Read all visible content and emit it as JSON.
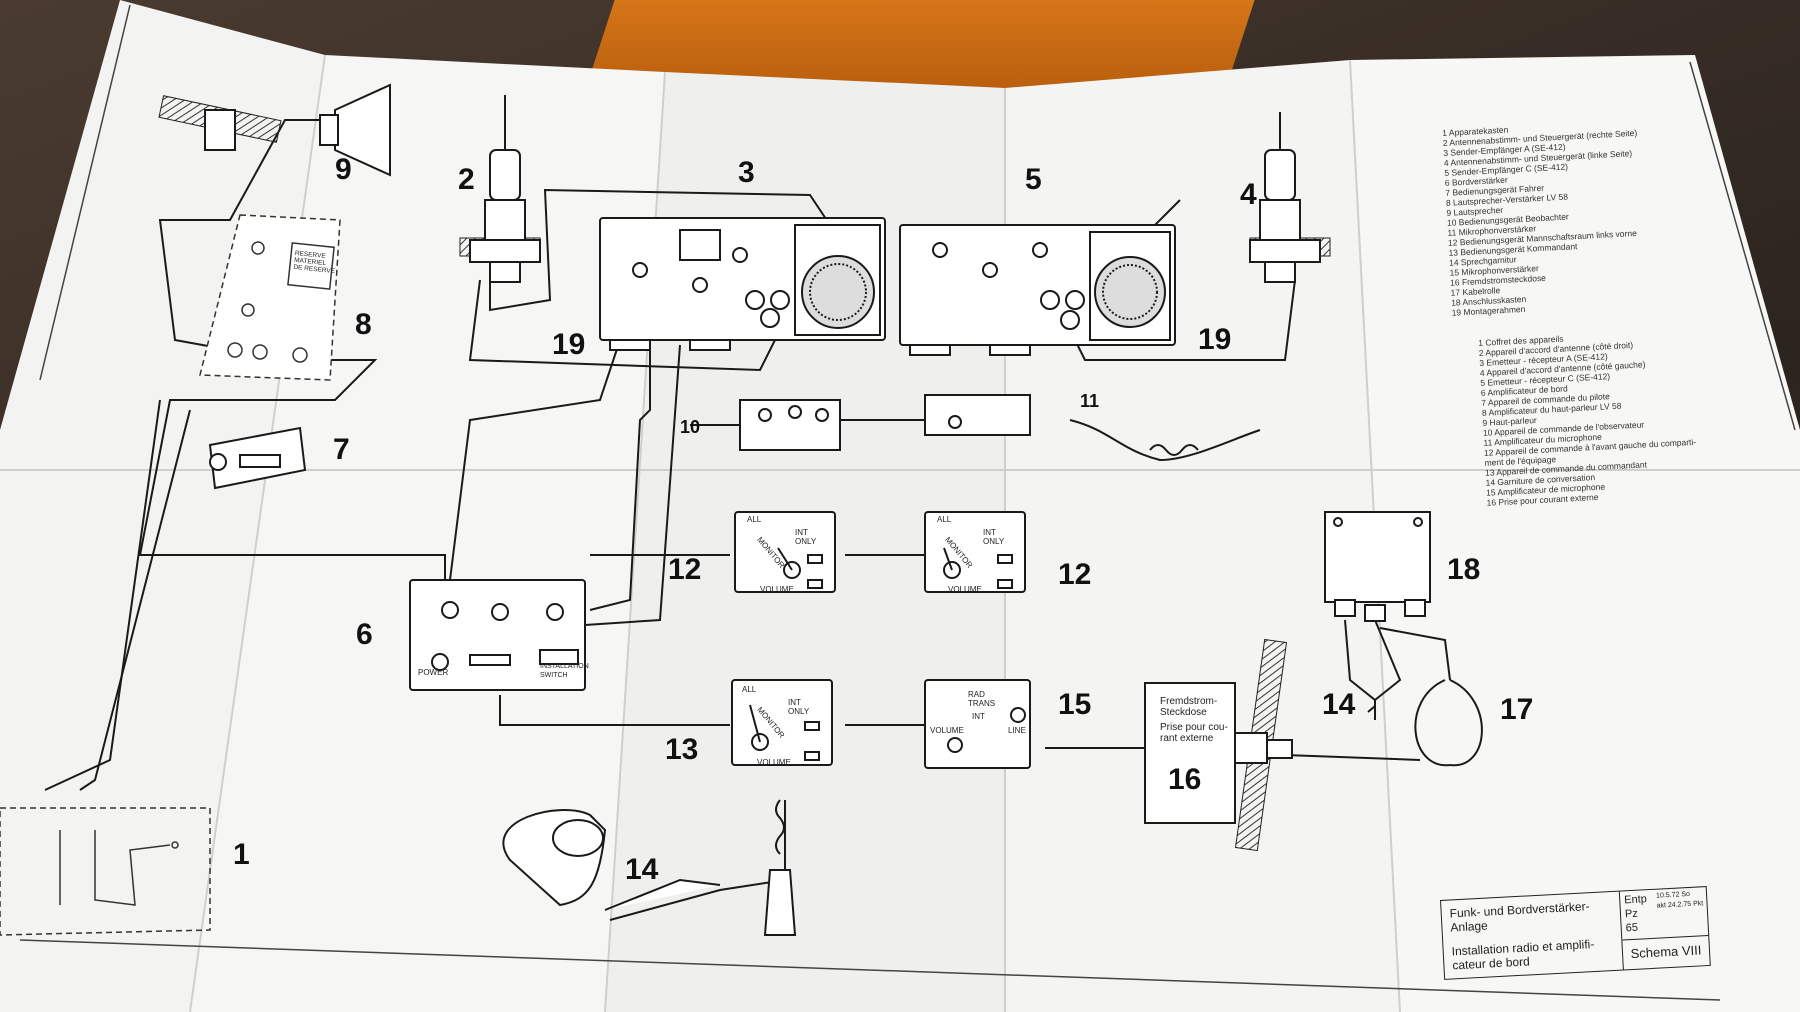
{
  "diagram": {
    "labels": {
      "n1": "1",
      "n2": "2",
      "n3": "3",
      "n4": "4",
      "n5": "5",
      "n6": "6",
      "n7": "7",
      "n8": "8",
      "n9": "9",
      "n10": "10",
      "n11": "11",
      "n12a": "12",
      "n12b": "12",
      "n13": "13",
      "n14a": "14",
      "n14b": "14",
      "n15": "15",
      "n16": "16",
      "n17": "17",
      "n18": "18",
      "n19a": "19",
      "n19b": "19"
    },
    "device_text": {
      "fremdstrom_de": "Fremdstrom-\nSteckdose",
      "fremdstrom_fr": "Prise pour cou-\nrant externe",
      "monitor": "MONITOR",
      "volume": "VOLUME",
      "all": "ALL",
      "int_only": "INT\nONLY",
      "rad_trans": "RAD\nTRANS",
      "int": "INT",
      "line": "LINE",
      "power": "POWER",
      "installation_switch": "INSTALLATION\nSWITCH",
      "reserve": "RESERVE\nMATERIEL\nDE RESERVE"
    },
    "legend_de": [
      "1  Apparatekasten",
      "2  Antennenabstimm- und Steuergerät (rechte Seite)",
      "3  Sender-Empfänger A (SE-412)",
      "4  Antennenabstimm- und Steuergerät (linke Seite)",
      "5  Sender-Empfänger C (SE-412)",
      "6  Bordverstärker",
      "7  Bedienungsgerät Fahrer",
      "8  Lautsprecher-Verstärker LV 58",
      "9  Lautsprecher",
      "10  Bedienungsgerät Beobachter",
      "11  Mikrophonverstärker",
      "12  Bedienungsgerät Mannschaftsraum links vorne",
      "13  Bedienungsgerät Kommandant",
      "14  Sprechgarnitur",
      "15  Mikrophonverstärker",
      "16  Fremdstromsteckdose",
      "17  Kabelrolle",
      "18  Anschlusskasten",
      "19  Montagerahmen"
    ],
    "legend_fr": [
      "1  Coffret des appareils",
      "2  Appareil d'accord d'antenne (côté droit)",
      "3  Emetteur - récepteur A (SE-412)",
      "4  Appareil d'accord d'antenne (côté gauche)",
      "5  Emetteur - récepteur C (SE-412)",
      "6  Amplificateur de bord",
      "7  Appareil de commande du pilote",
      "8  Amplificateur du haut-parleur LV 58",
      "9  Haut-parleur",
      "10  Appareil de commande de l'observateur",
      "11  Amplificateur du microphone",
      "12  Appareil de commande à l'avant gauche du comparti-",
      "     ment de l'équipage",
      "13  Appareil de commande du commandant",
      "14  Garniture de conversation",
      "15  Amplificateur de microphone",
      "16  Prise pour courant externe"
    ],
    "title_block": {
      "title_de": "Funk- und Bordverstärker-\nAnlage",
      "title_fr": "Installation radio et amplifi-\ncateur de bord",
      "entp": "Entp",
      "pz": "Pz",
      "num": "65",
      "date1": "10.5.72 So",
      "date2": "akt 24.2.75 Pkt",
      "schema": "Schema VIII"
    }
  }
}
